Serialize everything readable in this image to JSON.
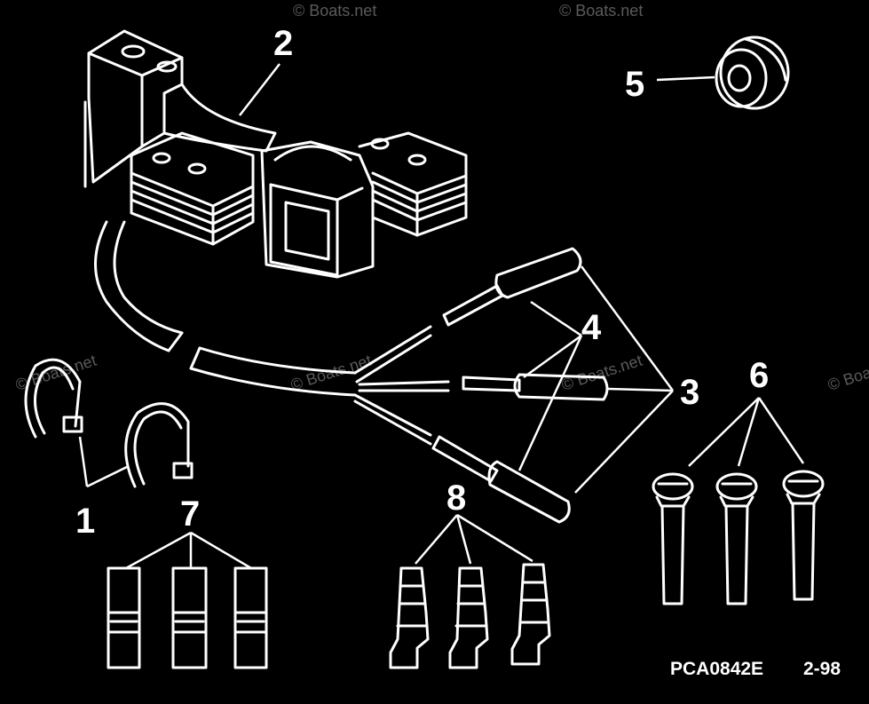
{
  "diagram": {
    "callouts": {
      "part_1": "1",
      "part_2": "2",
      "part_3": "3",
      "part_4": "4",
      "part_5": "5",
      "part_6": "6",
      "part_7": "7",
      "part_8": "8"
    },
    "figure_code": "PCA0842E",
    "page_ref": "2-98",
    "watermark_text": "© Boats.net",
    "colors": {
      "background": "#000000",
      "ink": "#ffffff"
    }
  }
}
